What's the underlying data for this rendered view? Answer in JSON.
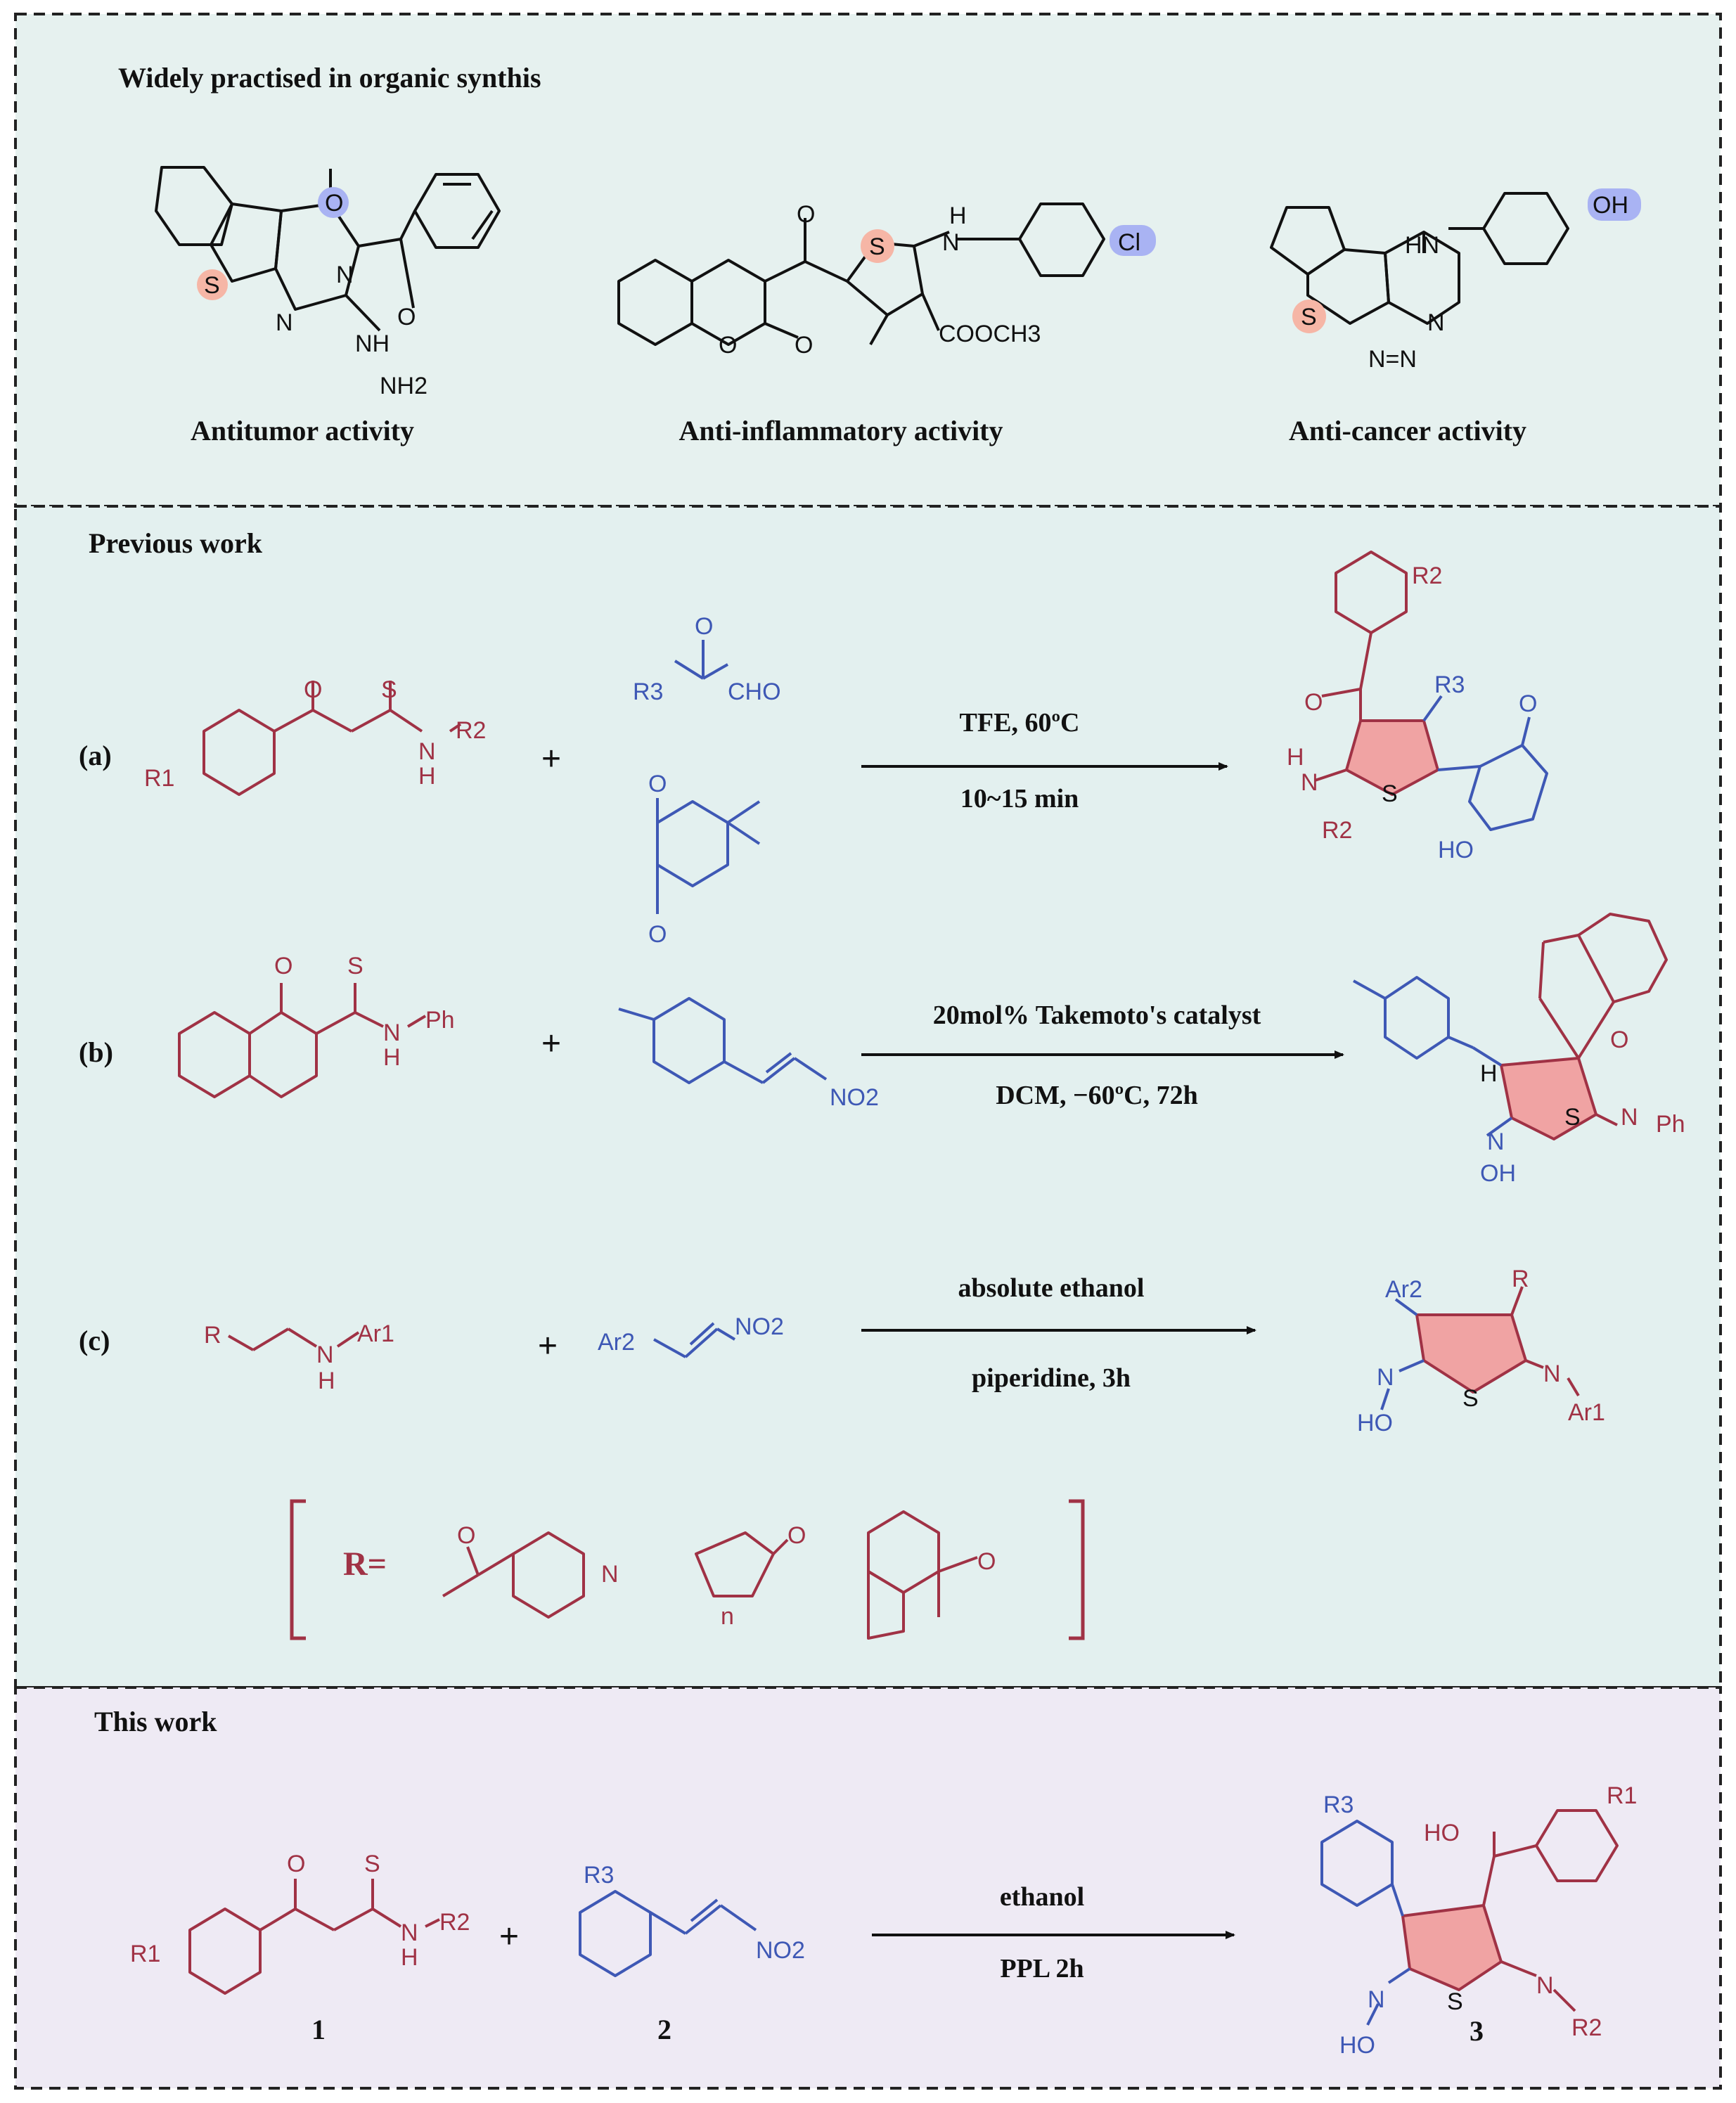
{
  "colors": {
    "panel_top": "#e6f1ef",
    "panel_mid": "#e3f0ef",
    "panel_bottom": "#eeeaf4",
    "thiophene_fill": "#f0a3a3",
    "highlight_blue": "#a9b3f3",
    "highlight_red": "#f6b6a6",
    "reactant_red": "#a03245",
    "reagent_blue": "#3e58b5"
  },
  "panel1": {
    "title": "Widely practised in organic synthis",
    "compounds": [
      {
        "caption": "Antitumor activity",
        "atoms": [
          "O",
          "S",
          "N",
          "N",
          "NH",
          "NH2",
          "O"
        ]
      },
      {
        "caption": "Anti-inflammatory activity",
        "atoms": [
          "O",
          "S",
          "H",
          "N",
          "Cl",
          "O",
          "O",
          "COOCH3"
        ]
      },
      {
        "caption": "Anti-cancer activity",
        "atoms": [
          "HN",
          "OH",
          "S",
          "N",
          "N=N"
        ]
      }
    ]
  },
  "panel2": {
    "title": "Previous work",
    "reactions": [
      {
        "label": "(a)",
        "plus": "+",
        "condition_top": "TFE, 60ºC",
        "condition_bottom": "10~15 min",
        "reactant_atoms": [
          "O",
          "S",
          "R1",
          "N",
          "H",
          "R2"
        ],
        "reagent_atoms": [
          "O",
          "R3",
          "CHO",
          "O",
          "O"
        ],
        "product_atoms": [
          "R2",
          "O",
          "R3",
          "O",
          "H",
          "N",
          "S",
          "R2",
          "HO"
        ]
      },
      {
        "label": "(b)",
        "plus": "+",
        "condition_top": "20mol% Takemoto's catalyst",
        "condition_bottom": "DCM, −60ºC, 72h",
        "reactant_atoms": [
          "O",
          "S",
          "N",
          "H",
          "Ph"
        ],
        "reagent_atoms": [
          "NO2"
        ],
        "product_atoms": [
          "O",
          "H",
          "N",
          "Ph",
          "S",
          "N",
          "OH"
        ]
      },
      {
        "label": "(c)",
        "plus": "+",
        "condition_top": "absolute ethanol",
        "condition_bottom": "piperidine, 3h",
        "reactant_atoms": [
          "R",
          "N",
          "H",
          "Ar1"
        ],
        "reagent_atoms": [
          "Ar2",
          "NO2"
        ],
        "product_atoms": [
          "Ar2",
          "R",
          "N",
          "S",
          "N",
          "Ar1",
          "HO"
        ]
      }
    ],
    "r_definition": {
      "label": "R=",
      "atoms": [
        "O",
        "N",
        "O",
        "n",
        "O"
      ]
    }
  },
  "panel3": {
    "title": "This work",
    "plus": "+",
    "condition_top": "ethanol",
    "condition_bottom": "PPL 2h",
    "compound_numbers": [
      "1",
      "2",
      "3"
    ],
    "reactant_atoms": [
      "O",
      "S",
      "R1",
      "N",
      "H",
      "R2"
    ],
    "reagent_atoms": [
      "R3",
      "NO2"
    ],
    "product_atoms": [
      "R3",
      "HO",
      "R1",
      "N",
      "S",
      "N",
      "R2",
      "HO"
    ]
  }
}
